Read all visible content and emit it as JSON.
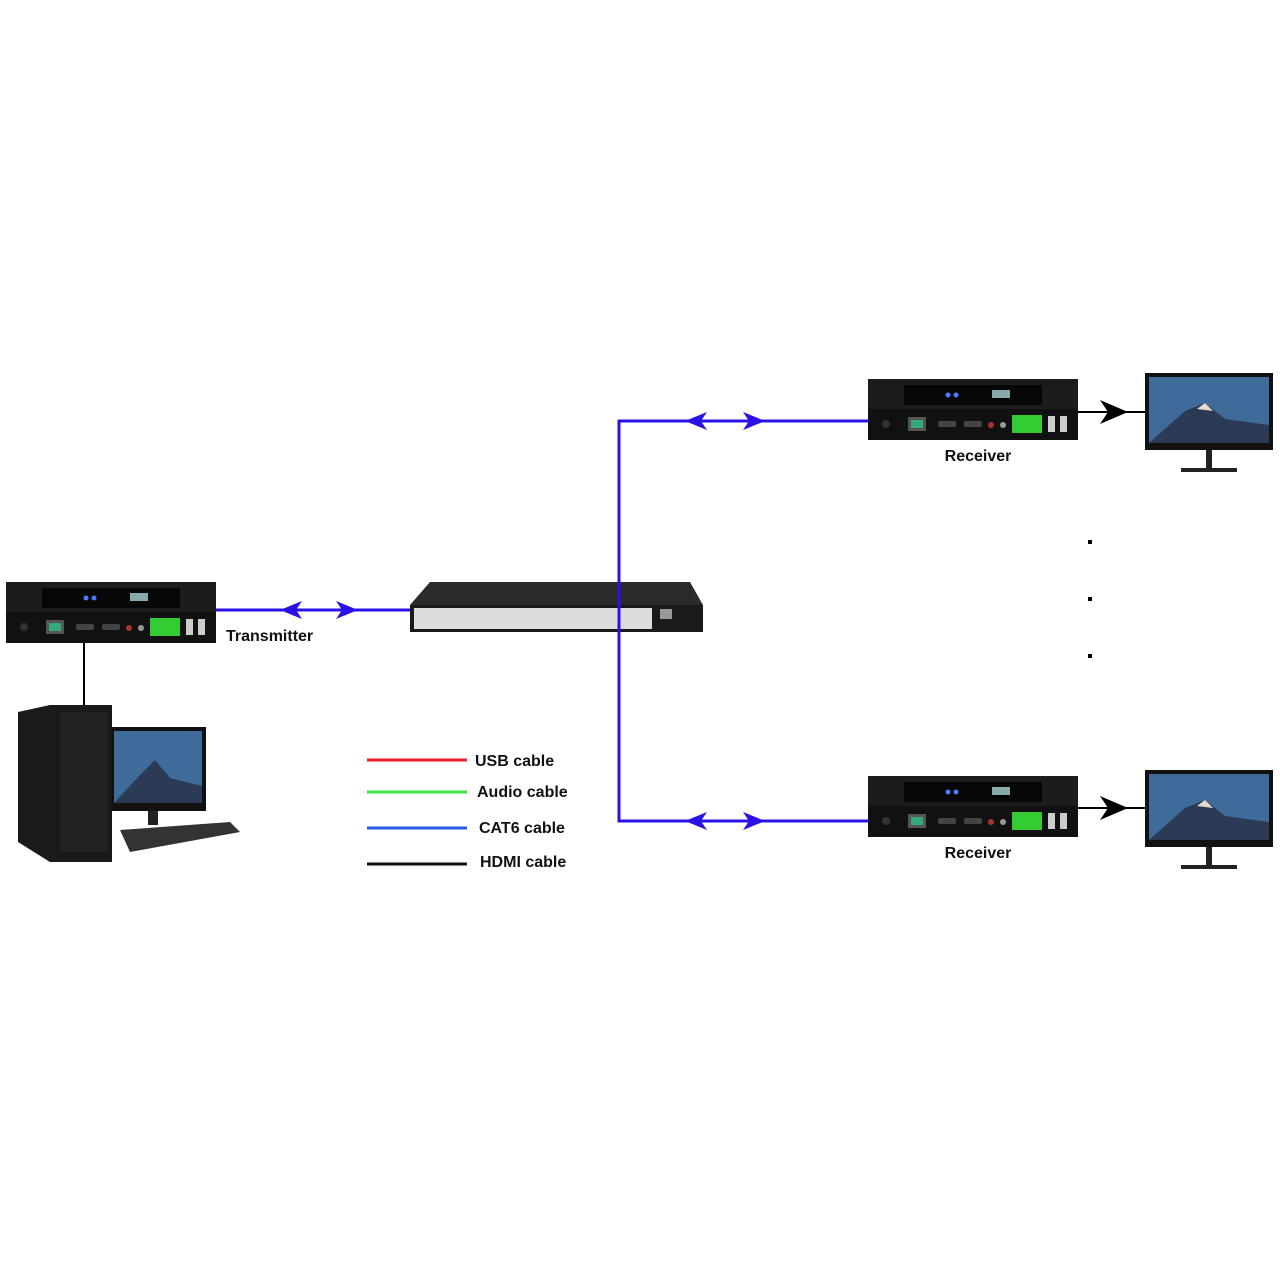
{
  "labels": {
    "transmitter": "Transmitter",
    "receiver_top": "Receiver",
    "receiver_bottom": "Receiver"
  },
  "legend": [
    {
      "label": "USB cable",
      "color": "#e8202a"
    },
    {
      "label": "Audio cable",
      "color": "#3be63b"
    },
    {
      "label": "CAT6 cable",
      "color": "#2a5ae8"
    },
    {
      "label": "HDMI cable",
      "color": "#111111"
    }
  ],
  "colors": {
    "cat6_link": "#2a12e6",
    "hdmi_link": "#000000",
    "device": "#1c1c1c"
  },
  "icons": [
    "transmitter-device-icon",
    "network-switch-icon",
    "receiver-device-icon",
    "monitor-icon",
    "desktop-pc-icon"
  ]
}
